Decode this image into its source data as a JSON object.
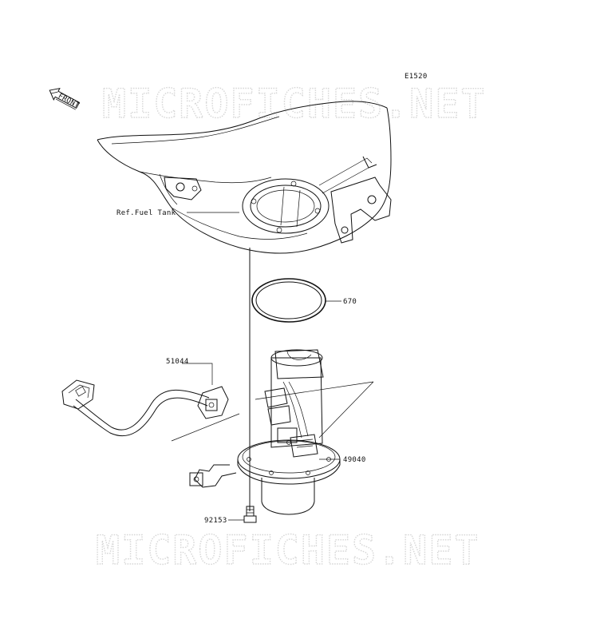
{
  "diagram": {
    "code": "E1520",
    "watermark_top": "MICROFICHES.NET",
    "watermark_bottom": "MICROFICHES.NET",
    "front_arrow_label": "FRONT",
    "parts": {
      "fuel_tank_ref": "Ref.Fuel Tank",
      "gasket": "670",
      "wire_harness": "51044",
      "fuel_pump": "49040",
      "bolt": "92153"
    }
  }
}
